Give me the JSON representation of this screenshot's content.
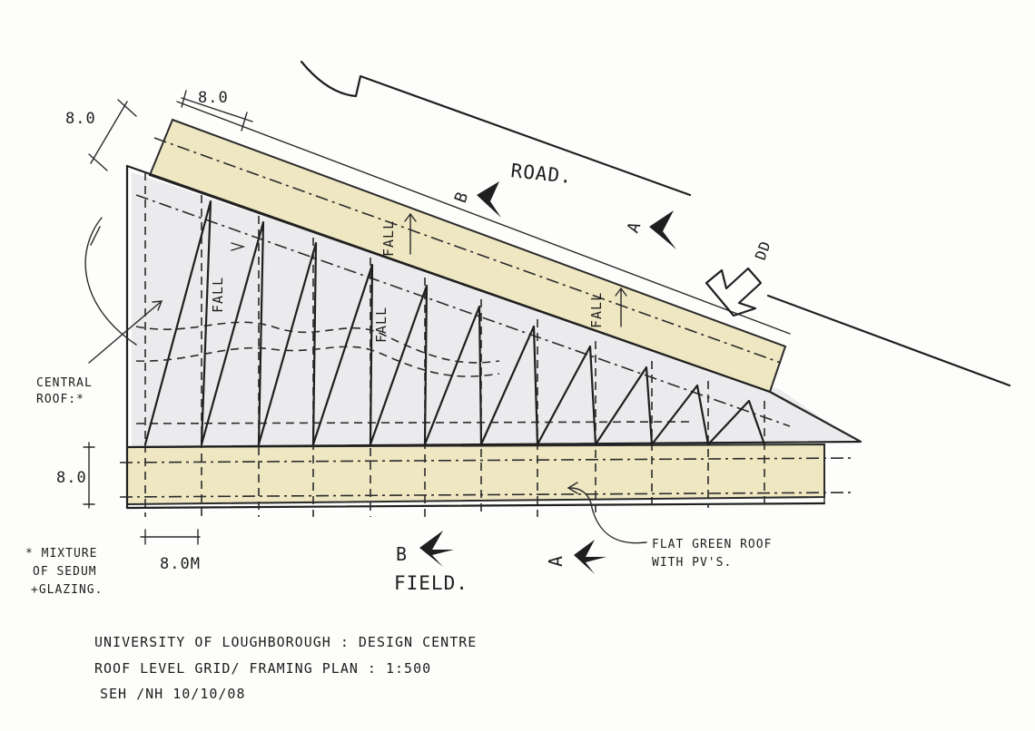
{
  "labels": {
    "road": "ROAD.",
    "field": "FIELD.",
    "central_roof": [
      "CENTRAL",
      "ROOF:*"
    ],
    "footnote": [
      "* MIXTURE",
      "OF SEDUM",
      "+GLAZING."
    ],
    "flat_green_roof": [
      "FLAT GREEN ROOF",
      "WITH PV'S."
    ],
    "fall": "FALL",
    "dim_top_left": "8.0",
    "dim_top": "8.0",
    "dim_left": "8.0",
    "dim_bottom": "8.0M",
    "section_a": "A",
    "section_b": "B",
    "north_mark": "DD"
  },
  "title_block": {
    "line1": "UNIVERSITY OF LOUGHBOROUGH : DESIGN CENTRE",
    "line2": "ROOF LEVEL GRID/ FRAMING PLAN : 1:500",
    "line3": "SEH /NH   10/10/08"
  },
  "colors": {
    "sedum_fill": "#eee6bf",
    "glazing_fill": "#ebebed",
    "ink": "#1f1f1f"
  }
}
